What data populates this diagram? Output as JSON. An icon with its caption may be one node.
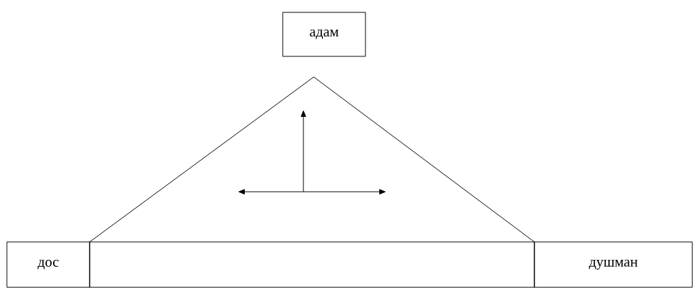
{
  "diagram": {
    "nodes": [
      {
        "text": [
          "адам"
        ]
      },
      {
        "text": [
          "дос"
        ]
      },
      {
        "text": [],
        "shape": "box"
      },
      {
        "text": [
          "душман"
        ]
      }
    ]
  }
}
